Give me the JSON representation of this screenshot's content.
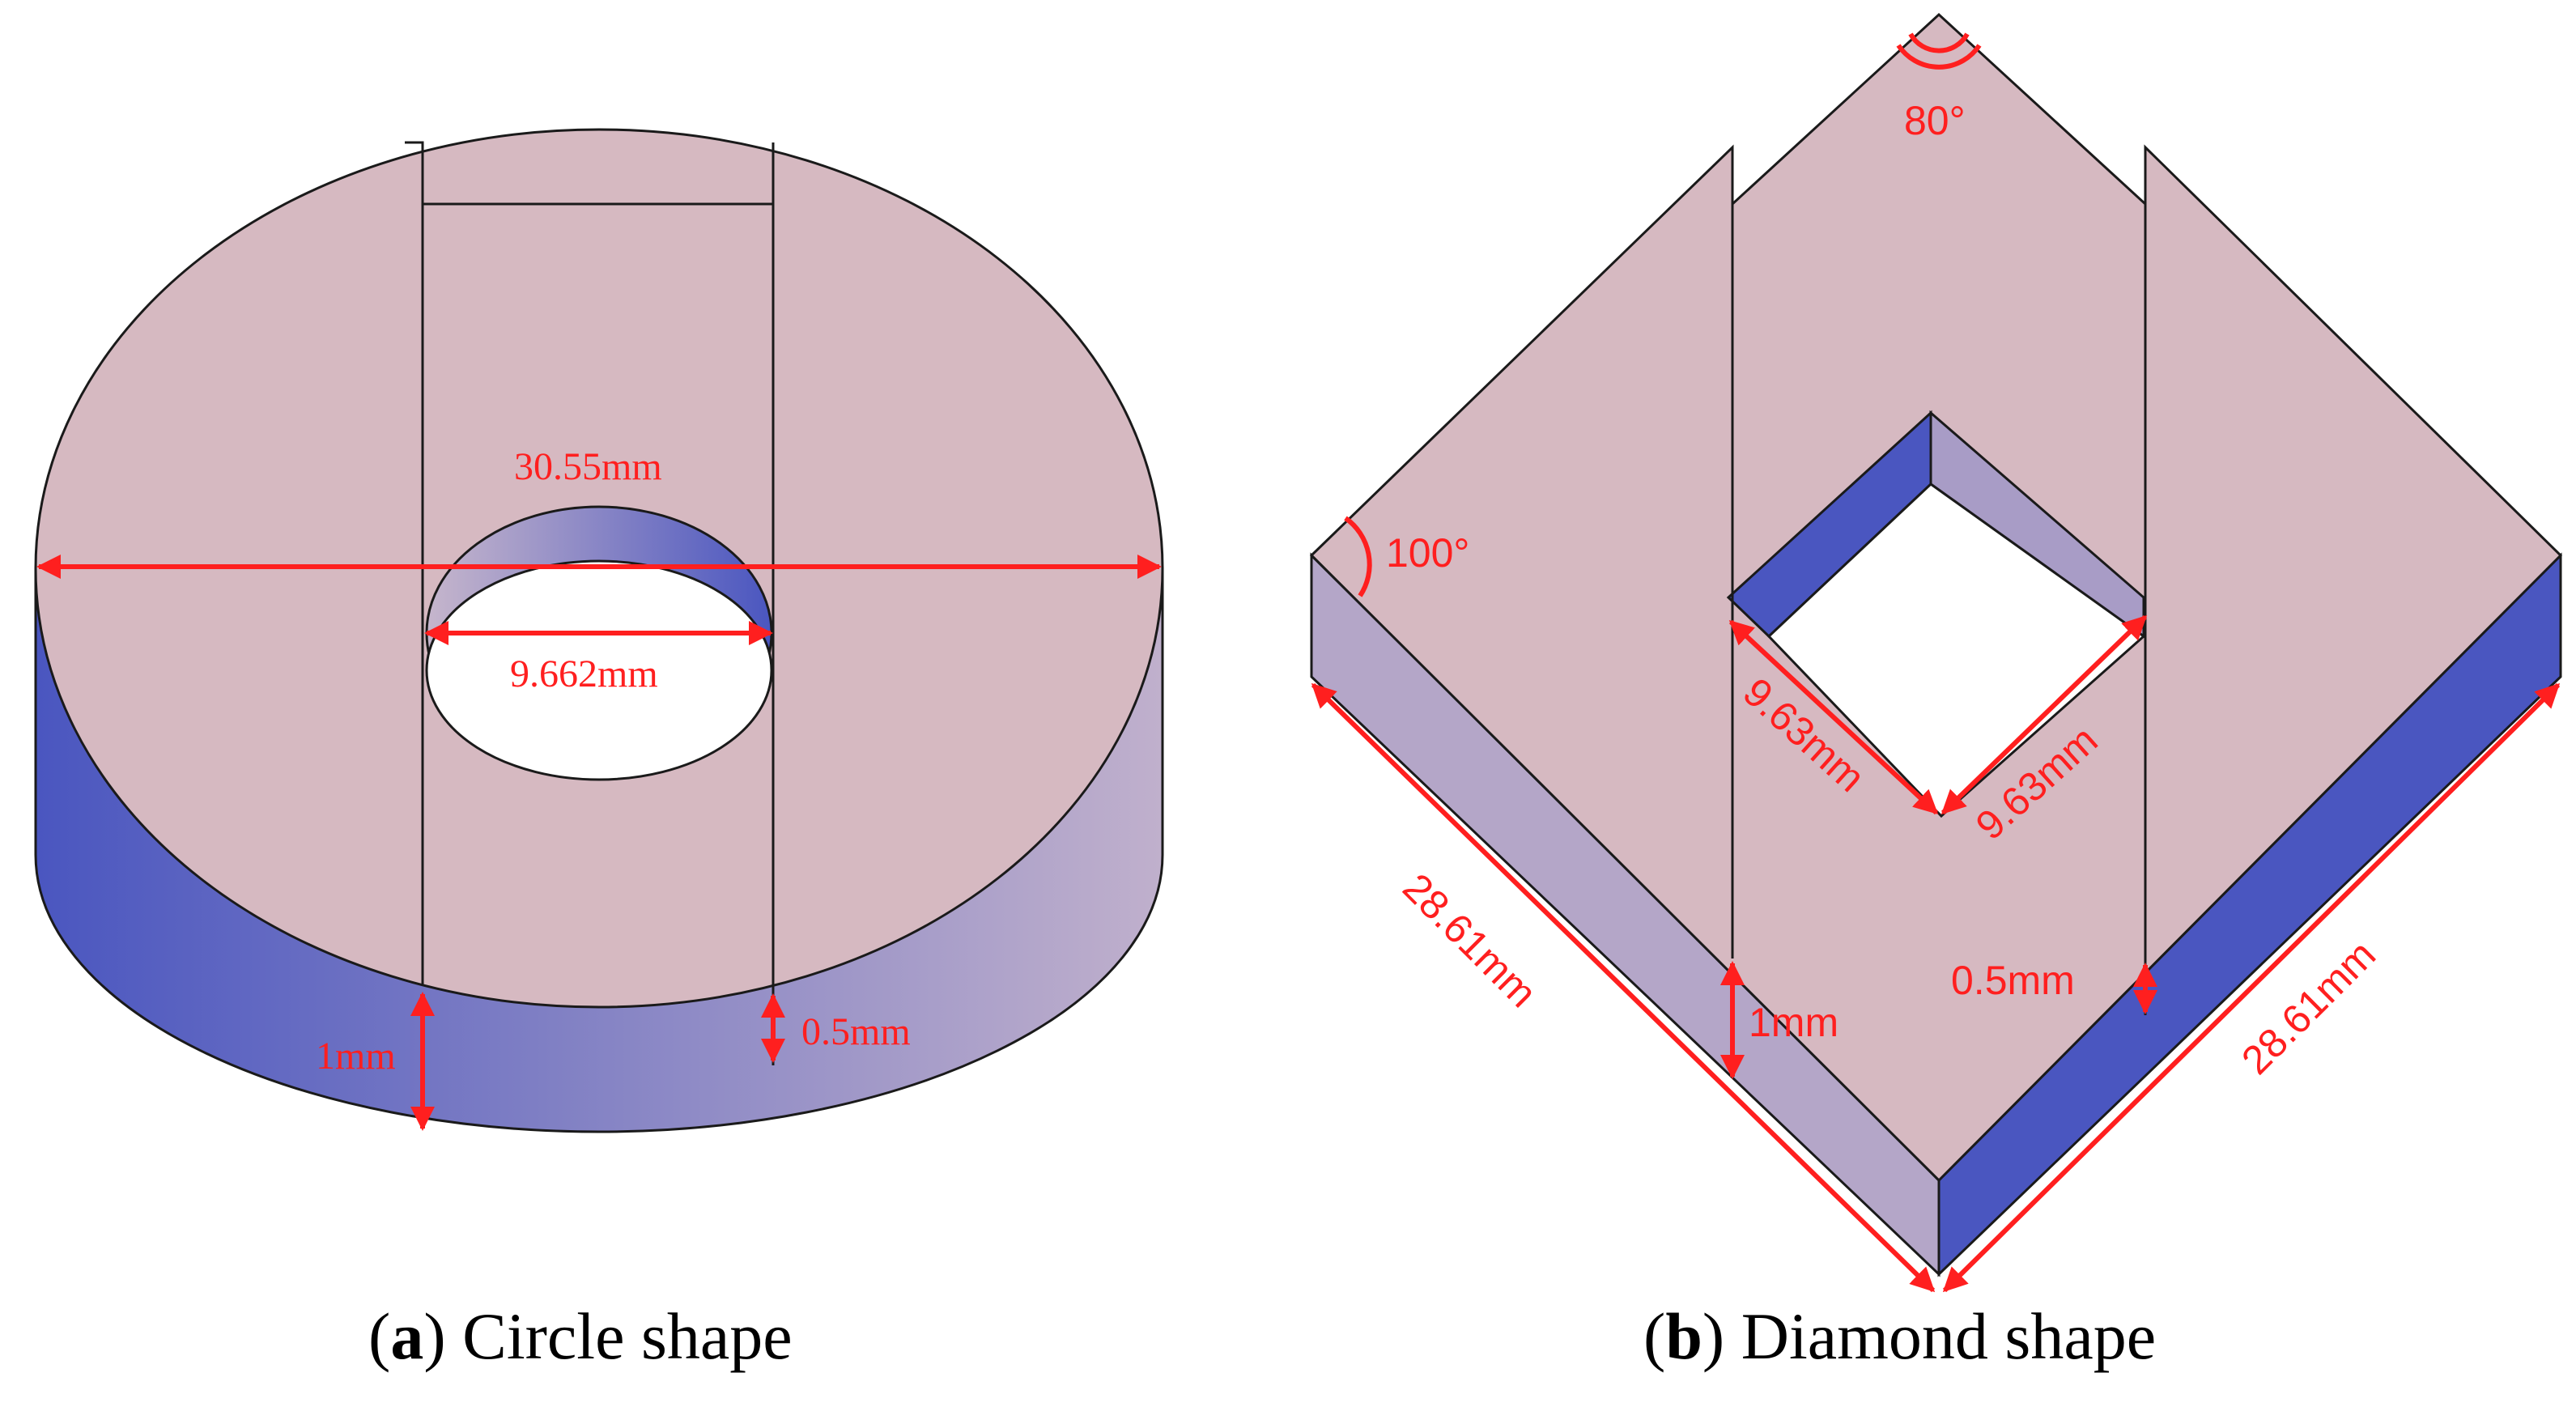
{
  "panel_a": {
    "letter": "a",
    "title": "Circle shape",
    "outer_diameter_label": "30.55mm",
    "hole_diameter_label": "9.662mm",
    "thickness_label": "1mm",
    "slit_label": "0.5mm"
  },
  "panel_b": {
    "letter": "b",
    "title": "Diamond shape",
    "top_angle_label": "80°",
    "left_angle_label": "100°",
    "hole_side_left_label": "9.63mm",
    "hole_side_right_label": "9.63mm",
    "side_left_label": "28.61mm",
    "side_right_label": "28.61mm",
    "thickness_label": "1mm",
    "slit_label": "0.5mm"
  },
  "colors": {
    "top_face": "#d6b9c1",
    "side_dark": "#4a56c0",
    "side_light": "#b4a6c8",
    "dimension": "#ff1f1f"
  }
}
